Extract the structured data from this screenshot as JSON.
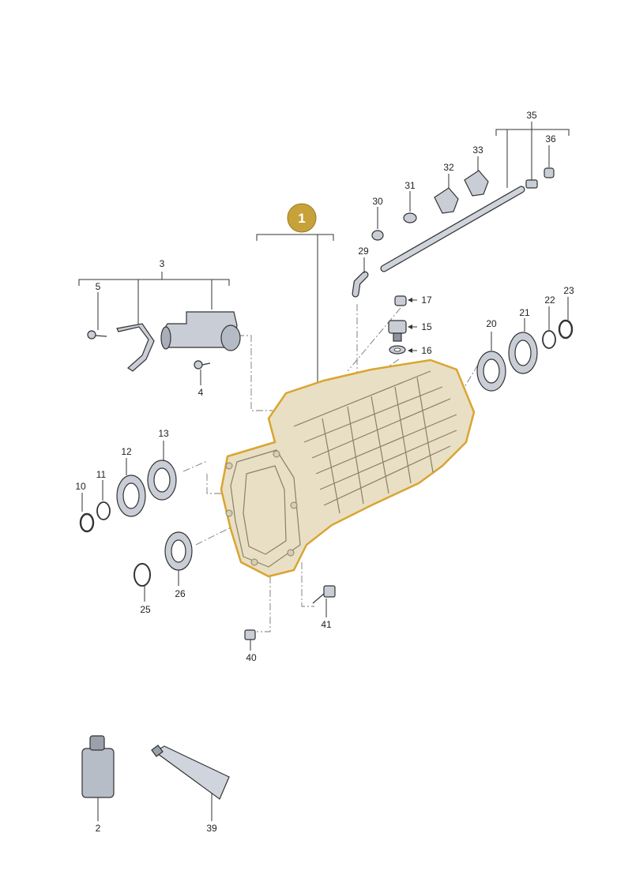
{
  "badge": {
    "label": "1",
    "color": "#c7a23a"
  },
  "callouts": [
    "2",
    "3",
    "4",
    "5",
    "10",
    "11",
    "12",
    "13",
    "15",
    "16",
    "17",
    "20",
    "21",
    "22",
    "23",
    "25",
    "26",
    "29",
    "30",
    "31",
    "32",
    "33",
    "35",
    "36",
    "39",
    "40",
    "41"
  ],
  "colors": {
    "casing_fill": "#e9dfc4",
    "casing_outline": "#d9a531",
    "metal": "#c9ced6",
    "line": "#333333"
  }
}
